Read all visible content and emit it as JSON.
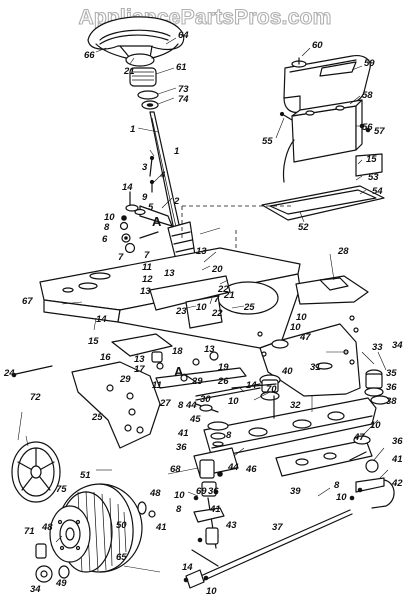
{
  "watermark": "AppliancePartsPros.com",
  "callout_letter": "A",
  "part_labels": {
    "steering_wheel": "64",
    "steering_cap": "66",
    "steering_adapter": "21",
    "steering_bushing": "61",
    "spacer_73": "73",
    "bearing_74": "74",
    "steering_shaft": "1",
    "battery_cover": "60",
    "battery_box_top": "59",
    "battery": "58",
    "screw_55": "55",
    "nut_56": "56",
    "hex_bolt_57": "57",
    "battery_strap": "15",
    "battery_tray_53": "53",
    "battery_bracket_54": "54",
    "battery_plate_52": "52",
    "bolt_3": "3",
    "bolt_4": "4",
    "steering_link_2": "2",
    "bolt_14": "14",
    "washer_9": "9",
    "washer_5": "5",
    "nut_10": "10",
    "lockwasher_8": "8",
    "bushing_6": "6",
    "bolt_7": "7",
    "gear_13": "13",
    "spring_20": "20",
    "bushing_22": "22",
    "washer_11": "11",
    "spacer_12": "12",
    "bolt_23": "23",
    "bolt_25": "25",
    "bracket_28": "28",
    "frame_67": "67",
    "pin_16": "16",
    "bushing_17": "17",
    "spacer_18": "18",
    "washer_19": "19",
    "bolt_24": "24",
    "pivot_bar_26": "26",
    "front_bracket_27": "27",
    "clip_29": "29",
    "drag_link_30": "30",
    "cotter_31": "31",
    "axle_32": "32",
    "spacer_33": "33",
    "grease_fitting_34": "34",
    "bushing_35": "35",
    "bushing_36": "36",
    "tie_rod_37": "37",
    "washer_38": "38",
    "axle_plate_39": "39",
    "spindle_40": "40",
    "washer_41": "41",
    "spindle_42": "42",
    "nut_43": "43",
    "nut_44": "44",
    "washer_45": "45",
    "bolt_46": "46",
    "retainer_47": "47",
    "washer_48": "48",
    "fitting_49": "49",
    "front_tire_50": "50",
    "rim_51": "51",
    "spindle_bushing_65": "65",
    "mount_68": "68",
    "nut_69": "69",
    "spacer_70": "70",
    "valve_71": "71",
    "hubcap_72": "72",
    "hub_75": "75"
  }
}
